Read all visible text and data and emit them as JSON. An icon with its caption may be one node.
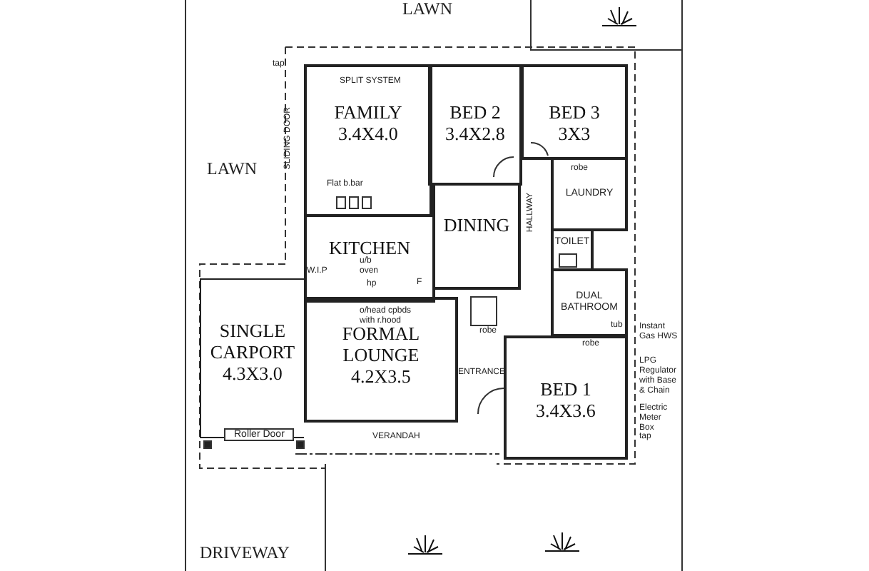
{
  "diagram": {
    "nodes": [
      {
        "text": [
          "FAMILY",
          "3.4X4.0"
        ]
      },
      {
        "text": [
          "BED 2",
          "3.4X2.8"
        ]
      },
      {
        "text": [
          "BED 3",
          "3X3"
        ]
      },
      {
        "text": [
          "KITCHEN"
        ]
      },
      {
        "text": [
          "DINING"
        ]
      },
      {
        "text": [
          "LAUNDRY"
        ]
      },
      {
        "text": [
          "TOILET"
        ]
      },
      {
        "text": [
          "DUAL BATHROOM"
        ]
      },
      {
        "text": [
          "SINGLE CARPORT",
          "4.3X3.0"
        ]
      },
      {
        "text": [
          "FORMAL LOUNGE",
          "4.2X3.5"
        ]
      },
      {
        "text": [
          "BED 1",
          "3.4X3.6"
        ]
      }
    ],
    "labels": [
      "LAWN",
      "LAWN",
      "tap",
      "SPLIT SYSTEM",
      "SLIDING DOOR",
      "Flat b.bar",
      "HALLWAY",
      "robe",
      "W.I.P",
      "u/b oven",
      "hp",
      "F",
      "o/head cpbds with r.hood",
      "tub",
      "robe",
      "robe",
      "ENTRANCE",
      "Instant Gas HWS",
      "LPG Regulator with Base & Chain",
      "Electric Meter Box",
      "Roller Door",
      "VERANDAH",
      "tap",
      "DRIVEWAY"
    ]
  }
}
